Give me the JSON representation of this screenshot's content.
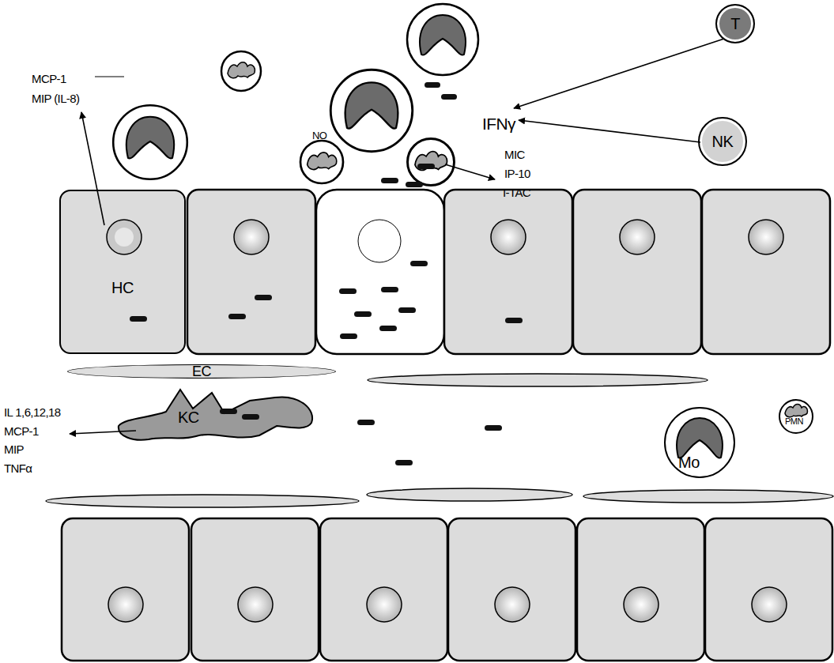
{
  "diagram": {
    "nodes": [
      {
        "text": [
          "HC"
        ]
      },
      {
        "text": [
          "EC"
        ]
      },
      {
        "text": [
          "KC"
        ]
      },
      {
        "text": [
          "Mo"
        ]
      },
      {
        "text": [
          "PMN"
        ]
      },
      {
        "text": [
          "T"
        ]
      },
      {
        "text": [
          "NK"
        ]
      }
    ],
    "labels": [
      "MCP-1",
      "MIP (IL-8)",
      "NO",
      "IFNγ",
      "MIC",
      "IP-10",
      "I-TAC",
      "IL 1,6,12,18",
      "MCP-1",
      "MIP",
      "TNFα"
    ]
  }
}
